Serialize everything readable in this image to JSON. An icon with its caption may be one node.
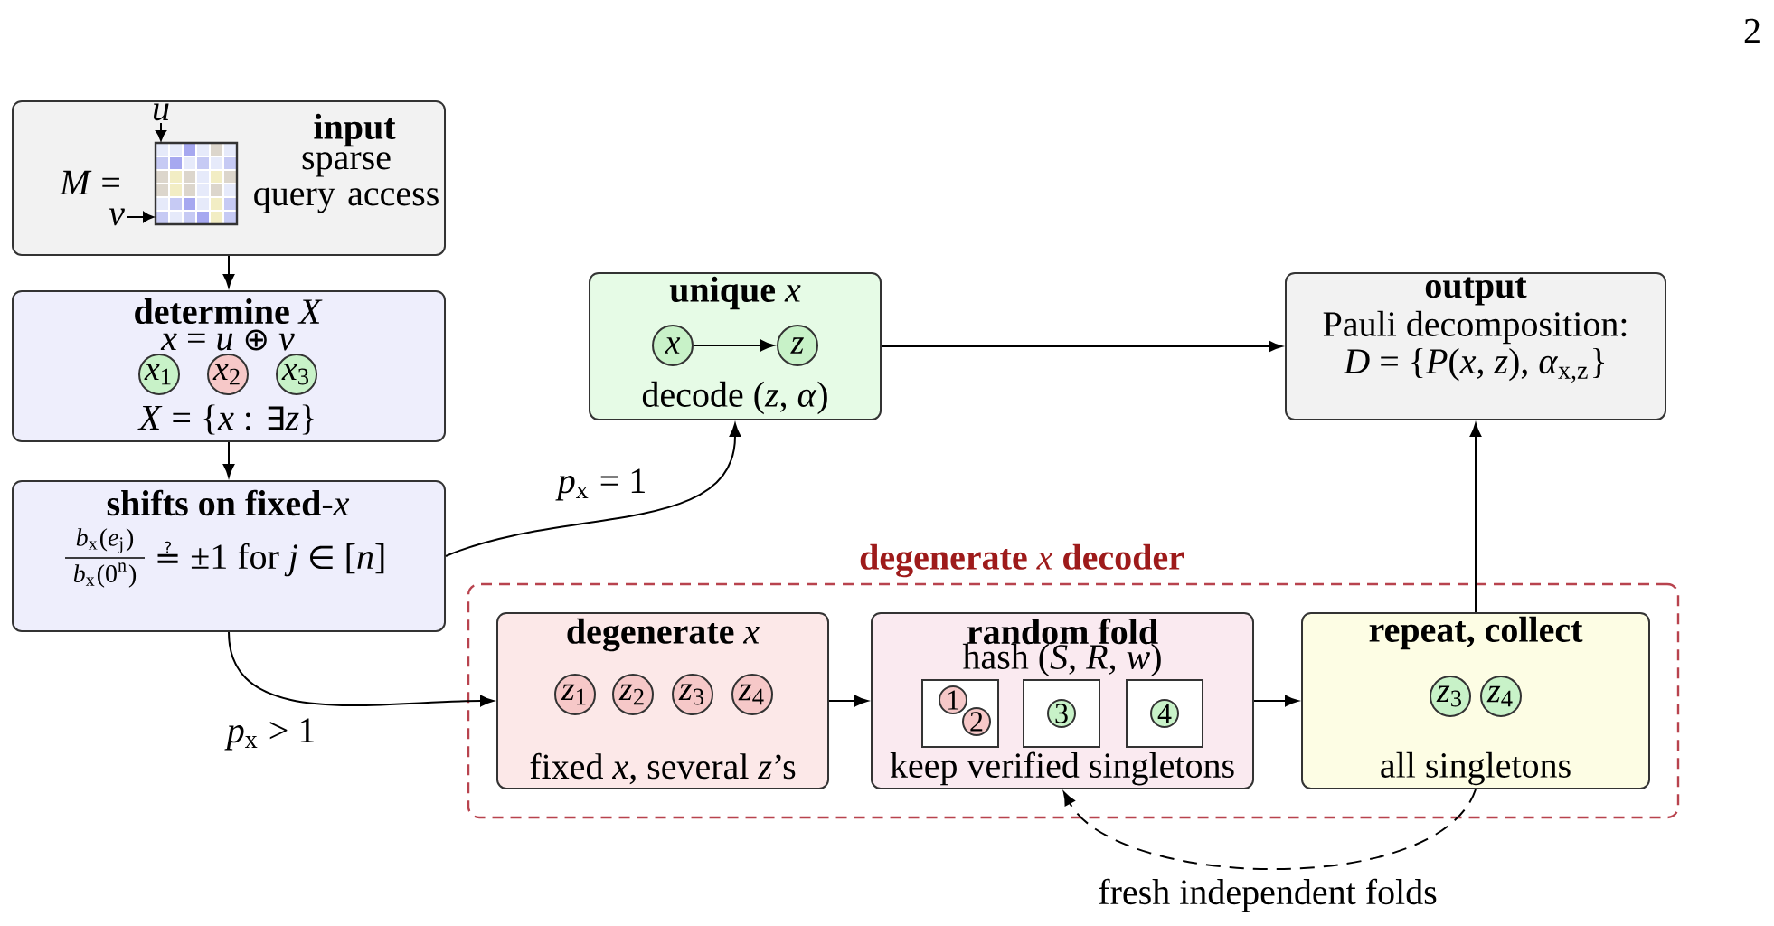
{
  "diagram": {
    "nodes": [
      {
        "text": [
          "input",
          "sparse query access"
        ]
      },
      {
        "text": [],
        "shape": "picture",
        "in": 0,
        "beside": [
          "*M* =",
          "u",
          "v"
        ]
      },
      {
        "text": [
          "**determine** *X*",
          "*x* = *u* ⊕ *v*",
          "*X* = {*x* : ∃*z*}"
        ]
      },
      {
        "text": [
          "*x*$_{1}$"
        ],
        "in": 2
      },
      {
        "text": [
          "*x*$_{2}$"
        ],
        "in": 2
      },
      {
        "text": [
          "*x*$_{3}$"
        ],
        "in": 2
      },
      {
        "text": [
          "**shifts on fixed**-*x*",
          "*b*$_{x}$(*e*$_{j}$)",
          "*b*$_{x}$(0$^{n}$)",
          "≟ ±1 for *j* ∈ [*n*]"
        ]
      },
      {
        "text": [
          "**unique** *x*",
          "decode (*z*, *α*)"
        ]
      },
      {
        "text": [
          "x"
        ],
        "in": 7
      },
      {
        "text": [
          "z"
        ],
        "in": 7
      },
      {
        "text": [
          "output",
          "Pauli decomposition:",
          "*D* = {*P*(*x*, *z*), *α*$_{x,z}$}"
        ]
      },
      {
        "text": [
          "**degenerate** *x* **decoder**"
        ]
      },
      {
        "text": [
          "**degenerate** *x*",
          "fixed *x*, several *z*’s"
        ],
        "in": 11
      },
      {
        "text": [
          "*z*$_{1}$"
        ],
        "in": 12
      },
      {
        "text": [
          "*z*$_{2}$"
        ],
        "in": 12
      },
      {
        "text": [
          "*z*$_{3}$"
        ],
        "in": 12
      },
      {
        "text": [
          "*z*$_{4}$"
        ],
        "in": 12
      },
      {
        "text": [
          "random fold",
          "hash (*S*, *R*, *w*)",
          "keep verified singletons"
        ],
        "in": 11
      },
      {
        "text": [],
        "shape": "box",
        "in": 17
      },
      {
        "text": [
          "1"
        ],
        "in": 18
      },
      {
        "text": [
          "2"
        ],
        "in": 18
      },
      {
        "text": [],
        "shape": "box",
        "in": 17
      },
      {
        "text": [
          "3"
        ],
        "in": 21
      },
      {
        "text": [],
        "shape": "box",
        "in": 17
      },
      {
        "text": [
          "4"
        ],
        "in": 23
      },
      {
        "text": [
          "repeat, collect",
          "all singletons"
        ],
        "in": 11
      },
      {
        "text": [
          "*z*$_{3}$"
        ],
        "in": 25
      },
      {
        "text": [
          "*z*$_{4}$"
        ],
        "in": 25
      }
    ],
    "edges": [
      {
        "from": 0,
        "to": 2,
        "arrow": "to"
      },
      {
        "from": 2,
        "to": 6,
        "arrow": "to"
      },
      {
        "from": 6,
        "to": 7,
        "arrow": "to",
        "label": "*p*$_{x}$ = 1"
      },
      {
        "from": 6,
        "to": 12,
        "arrow": "to",
        "label": "*p*$_{x}$ > 1"
      },
      {
        "from": 7,
        "to": 10,
        "arrow": "to"
      },
      {
        "from": 8,
        "to": 9,
        "arrow": "to"
      },
      {
        "from": 12,
        "to": 17,
        "arrow": "to"
      },
      {
        "from": 17,
        "to": 25,
        "arrow": "to"
      },
      {
        "from": 25,
        "to": 10,
        "arrow": "to"
      },
      {
        "from": 25,
        "to": 17,
        "arrow": "to",
        "style": "dashed",
        "label": "fresh independent folds"
      }
    ],
    "labels": [
      "2"
    ]
  }
}
